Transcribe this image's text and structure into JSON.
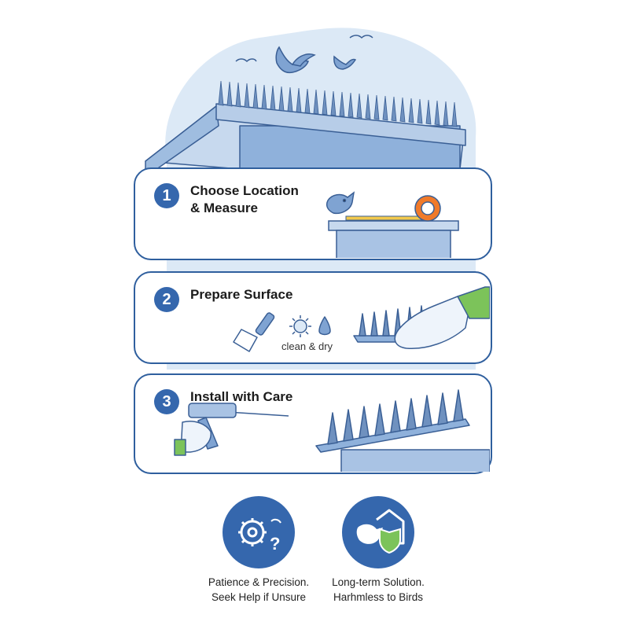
{
  "steps": [
    {
      "number": "1",
      "title_line1": "Choose Location",
      "title_line2": "& Measure"
    },
    {
      "number": "2",
      "title_line1": "Prepare Surface",
      "title_line2": "",
      "note": "clean & dry"
    },
    {
      "number": "3",
      "title_line1": "Install with Care",
      "title_line2": ""
    }
  ],
  "features": [
    {
      "icon": "gear-wrench-question-icon",
      "line1": "Patience & Precision.",
      "line2": "Seek Help if Unsure"
    },
    {
      "icon": "bird-house-shield-icon",
      "line1": "Long-term Solution.",
      "line2": "Harhmless to Birds"
    }
  ],
  "colors": {
    "primary": "#3567ad",
    "light_blue": "#dbe8f6",
    "roof": "#9fbde0",
    "glove_green": "#7cc35a",
    "tape_orange": "#f07a2a"
  }
}
